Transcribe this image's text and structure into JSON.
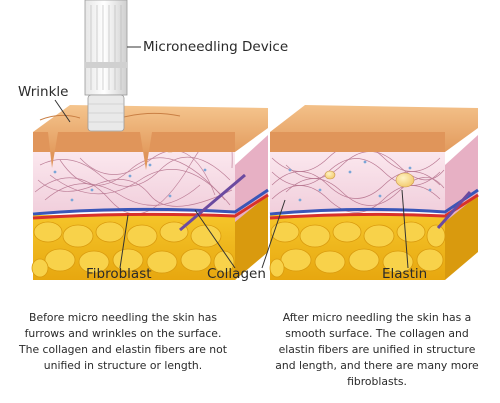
{
  "labels": {
    "device": "Microneedling Device",
    "wrinkle": "Wrinkle",
    "fibroblast": "Fibroblast",
    "collagen": "Collagen",
    "elastin": "Elastin"
  },
  "captions": {
    "before": [
      "Before micro needling the skin has",
      "furrows and wrinkles on the surface.",
      "The collagen and elastin fibers are not",
      "unified in structure or length."
    ],
    "after": [
      "After micro needling the skin has a",
      "smooth surface. The collagen and",
      "elastin fibers are unified in structure",
      "and length, and there are many more",
      "fibroblasts."
    ]
  },
  "colors": {
    "epidermis_top": "#f2bb7e",
    "epidermis_side": "#e0955a",
    "dermis": "#f7dde6",
    "fat": "#f2b919",
    "vein": "#3a56b8",
    "artery": "#d8312b",
    "fiber": "#b06a86"
  }
}
